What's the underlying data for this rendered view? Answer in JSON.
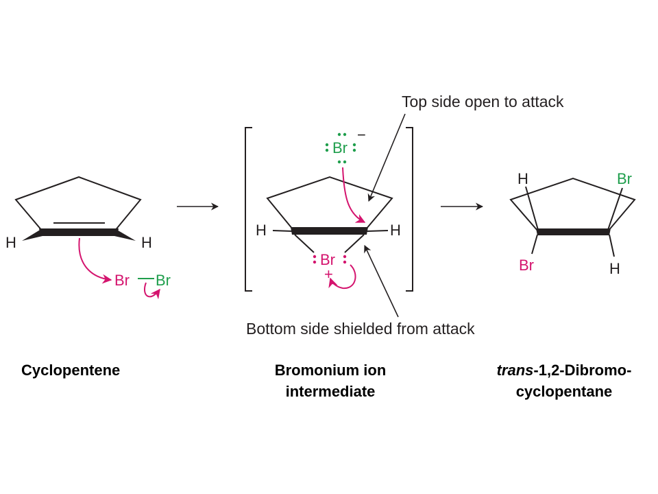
{
  "colors": {
    "ink": "#231f20",
    "magenta": "#d4146e",
    "green": "#1f9e4c"
  },
  "reactant": {
    "h_left": "H",
    "h_right": "H",
    "br_a": "Br",
    "br_b": "Br",
    "caption": "Cyclopentene"
  },
  "intermediate": {
    "bromide_symbol": "Br",
    "bromide_charge": "−",
    "h_left": "H",
    "h_right": "H",
    "bridge_symbol": "Br",
    "bridge_charge": "+",
    "top_note": "Top side open to attack",
    "bottom_note": "Bottom side shielded from attack",
    "caption_line1": "Bromonium ion",
    "caption_line2": "intermediate"
  },
  "product": {
    "h_top": "H",
    "br_top": "Br",
    "br_bottom": "Br",
    "h_bottom": "H",
    "caption_prefix": "trans",
    "caption_line1": "-1,2-Dibromo-",
    "caption_line2": "cyclopentane"
  }
}
